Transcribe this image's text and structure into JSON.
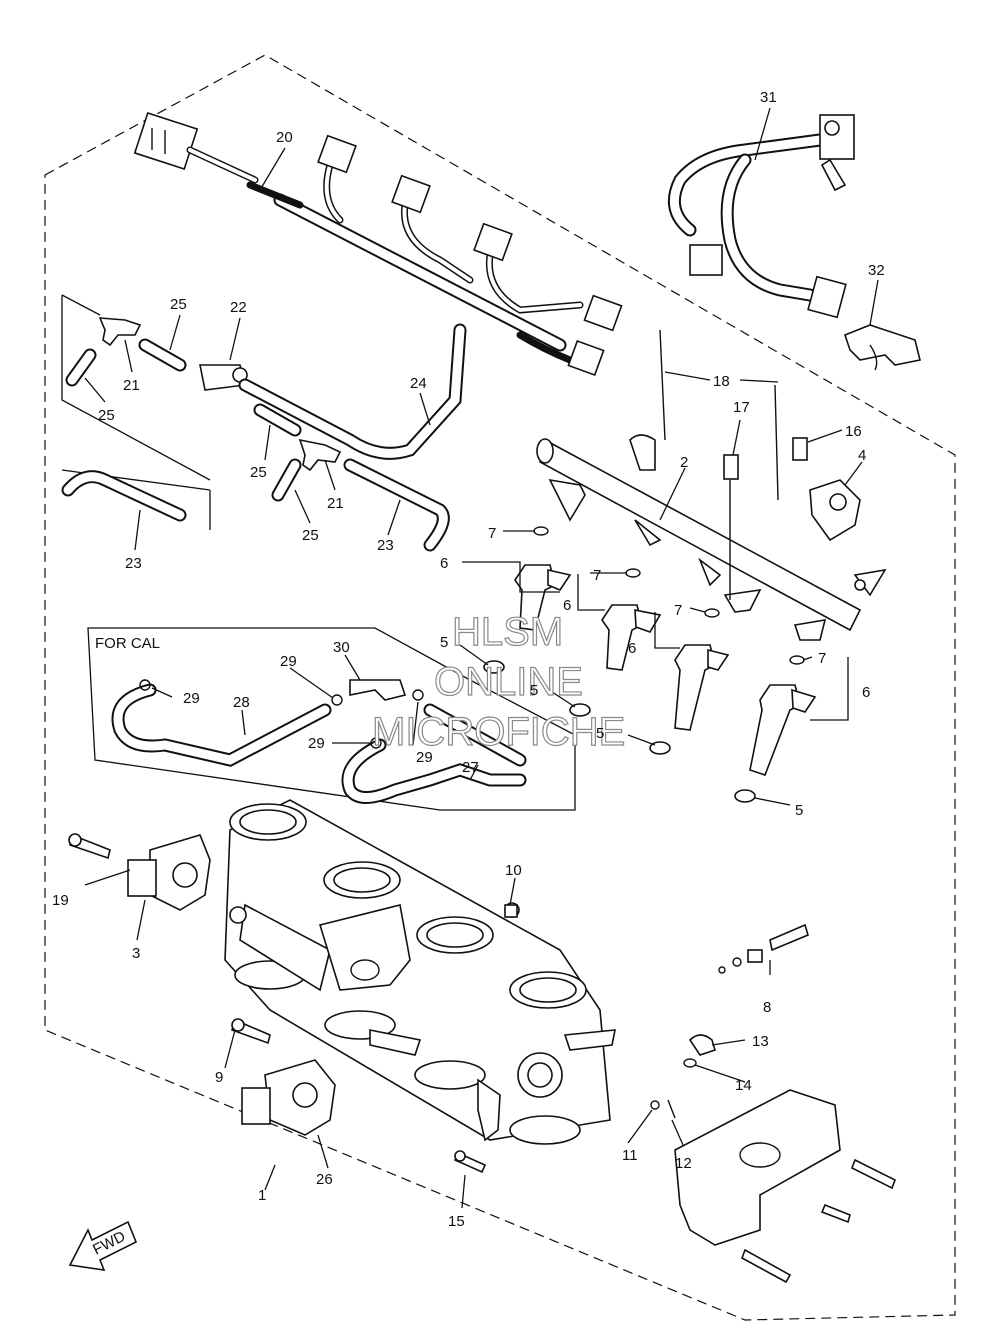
{
  "diagram": {
    "box_label": "FOR CAL",
    "fwd_label": "FWD",
    "watermark": [
      "HLSM",
      "ONLINE",
      "MICROFICHE"
    ],
    "callouts": [
      {
        "id": "c1",
        "text": "1"
      },
      {
        "id": "c2",
        "text": "2"
      },
      {
        "id": "c3",
        "text": "3"
      },
      {
        "id": "c4",
        "text": "4"
      },
      {
        "id": "c5a",
        "text": "5"
      },
      {
        "id": "c5b",
        "text": "5"
      },
      {
        "id": "c5c",
        "text": "5"
      },
      {
        "id": "c5d",
        "text": "5"
      },
      {
        "id": "c6a",
        "text": "6"
      },
      {
        "id": "c6b",
        "text": "6"
      },
      {
        "id": "c6c",
        "text": "6"
      },
      {
        "id": "c6d",
        "text": "6"
      },
      {
        "id": "c7a",
        "text": "7"
      },
      {
        "id": "c7b",
        "text": "7"
      },
      {
        "id": "c7c",
        "text": "7"
      },
      {
        "id": "c7d",
        "text": "7"
      },
      {
        "id": "c8",
        "text": "8"
      },
      {
        "id": "c9",
        "text": "9"
      },
      {
        "id": "c10",
        "text": "10"
      },
      {
        "id": "c11",
        "text": "11"
      },
      {
        "id": "c12",
        "text": "12"
      },
      {
        "id": "c13",
        "text": "13"
      },
      {
        "id": "c14",
        "text": "14"
      },
      {
        "id": "c15",
        "text": "15"
      },
      {
        "id": "c16",
        "text": "16"
      },
      {
        "id": "c17",
        "text": "17"
      },
      {
        "id": "c18",
        "text": "18"
      },
      {
        "id": "c19",
        "text": "19"
      },
      {
        "id": "c20",
        "text": "20"
      },
      {
        "id": "c21a",
        "text": "21"
      },
      {
        "id": "c21b",
        "text": "21"
      },
      {
        "id": "c22",
        "text": "22"
      },
      {
        "id": "c23a",
        "text": "23"
      },
      {
        "id": "c23b",
        "text": "23"
      },
      {
        "id": "c24",
        "text": "24"
      },
      {
        "id": "c25a",
        "text": "25"
      },
      {
        "id": "c25b",
        "text": "25"
      },
      {
        "id": "c25c",
        "text": "25"
      },
      {
        "id": "c25d",
        "text": "25"
      },
      {
        "id": "c26",
        "text": "26"
      },
      {
        "id": "c27",
        "text": "27"
      },
      {
        "id": "c28",
        "text": "28"
      },
      {
        "id": "c29a",
        "text": "29"
      },
      {
        "id": "c29b",
        "text": "29"
      },
      {
        "id": "c29c",
        "text": "29"
      },
      {
        "id": "c29d",
        "text": "29"
      },
      {
        "id": "c30",
        "text": "30"
      },
      {
        "id": "c31",
        "text": "31"
      },
      {
        "id": "c32",
        "text": "32"
      }
    ]
  }
}
